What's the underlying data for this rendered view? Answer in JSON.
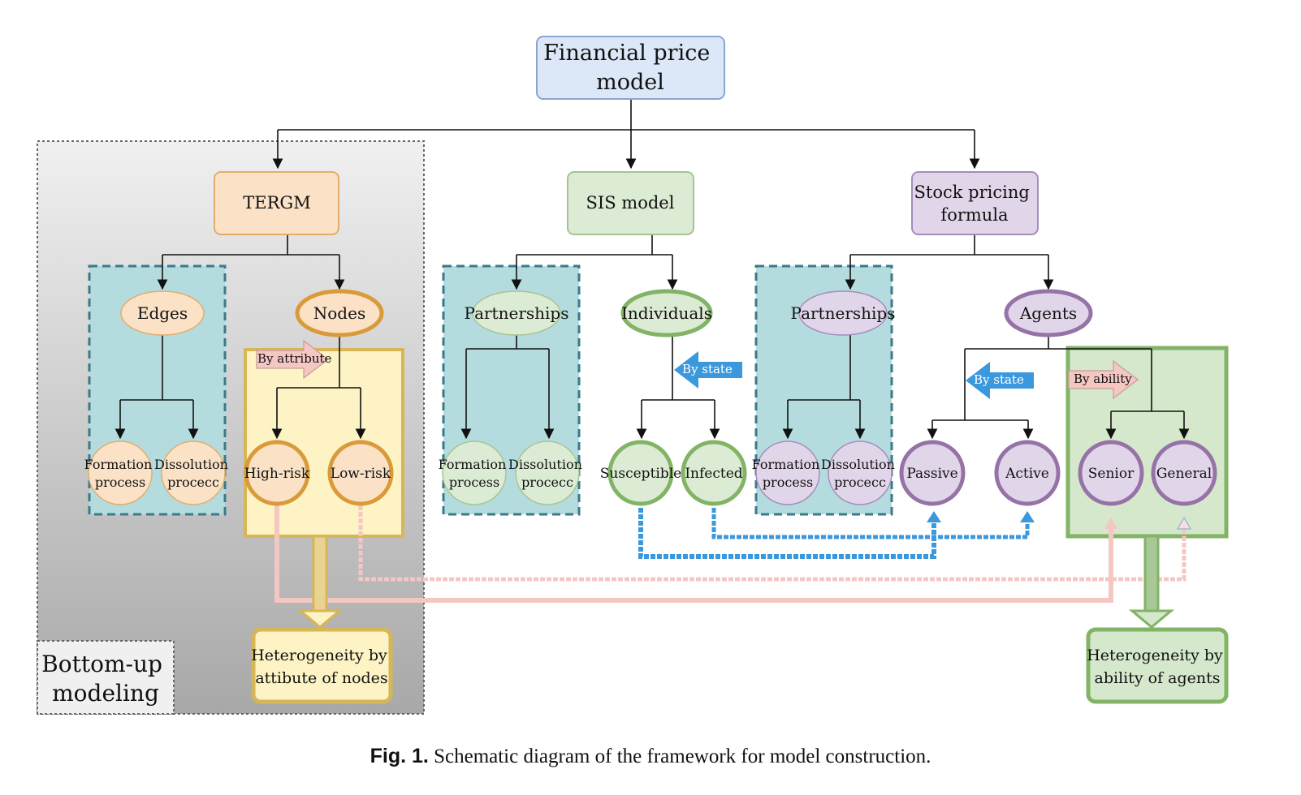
{
  "root": {
    "lines": [
      "Financial price",
      "model"
    ]
  },
  "models": {
    "tergm": {
      "label": "TERGM"
    },
    "sis": {
      "label": "SIS model"
    },
    "stock": {
      "lines": [
        "Stock pricing",
        "formula"
      ]
    }
  },
  "tergm_branch": {
    "edges": "Edges",
    "nodes": "Nodes",
    "formation": [
      "Formation",
      "process"
    ],
    "dissolution": [
      "Dissolution",
      "procecc"
    ],
    "by_attribute": "By attribute",
    "high_risk": "High-risk",
    "low_risk": "Low-risk",
    "heterogeneity": [
      "Heterogeneity by",
      "attibute of nodes"
    ]
  },
  "sis_branch": {
    "partnerships": "Partnerships",
    "individuals": "Individuals",
    "formation": [
      "Formation",
      "process"
    ],
    "dissolution": [
      "Dissolution",
      "procecc"
    ],
    "by_state": "By state",
    "susceptible": "Susceptible",
    "infected": "Infected"
  },
  "stock_branch": {
    "partnerships": "Partnerships",
    "agents": "Agents",
    "formation": [
      "Formation",
      "process"
    ],
    "dissolution": [
      "Dissolution",
      "procecc"
    ],
    "by_state": "By state",
    "passive": "Passive",
    "active": "Active",
    "by_ability": "By ability",
    "senior": "Senior",
    "general": "General",
    "heterogeneity": [
      "Heterogeneity by",
      "ability of agents"
    ]
  },
  "bottom_up": [
    "Bottom-up",
    "modeling"
  ],
  "caption": {
    "label": "Fig. 1.",
    "text": "Schematic diagram of the framework for model construction."
  },
  "colors": {
    "root_fill": "#dce8f8",
    "root_stroke": "#8aa6cf",
    "orange_fill": "#fbe2c6",
    "orange_stroke": "#e2ad6c",
    "orange_thick": "#d99a3a",
    "green_fill": "#dcebd3",
    "green_stroke": "#a6c493",
    "green_thick": "#82b366",
    "purple_fill": "#e1d6e9",
    "purple_stroke": "#a58cbd",
    "purple_thick": "#9673a6",
    "teal_fill": "#b4dcdf",
    "teal_dash": "#3a7a8a",
    "yellow_fill": "#fdf3c4",
    "yellow_stroke": "#d6b656",
    "blue_arrow": "#3c98dc",
    "pink_line": "#f4c7c3",
    "gray_panel": "#cdcdcd"
  }
}
